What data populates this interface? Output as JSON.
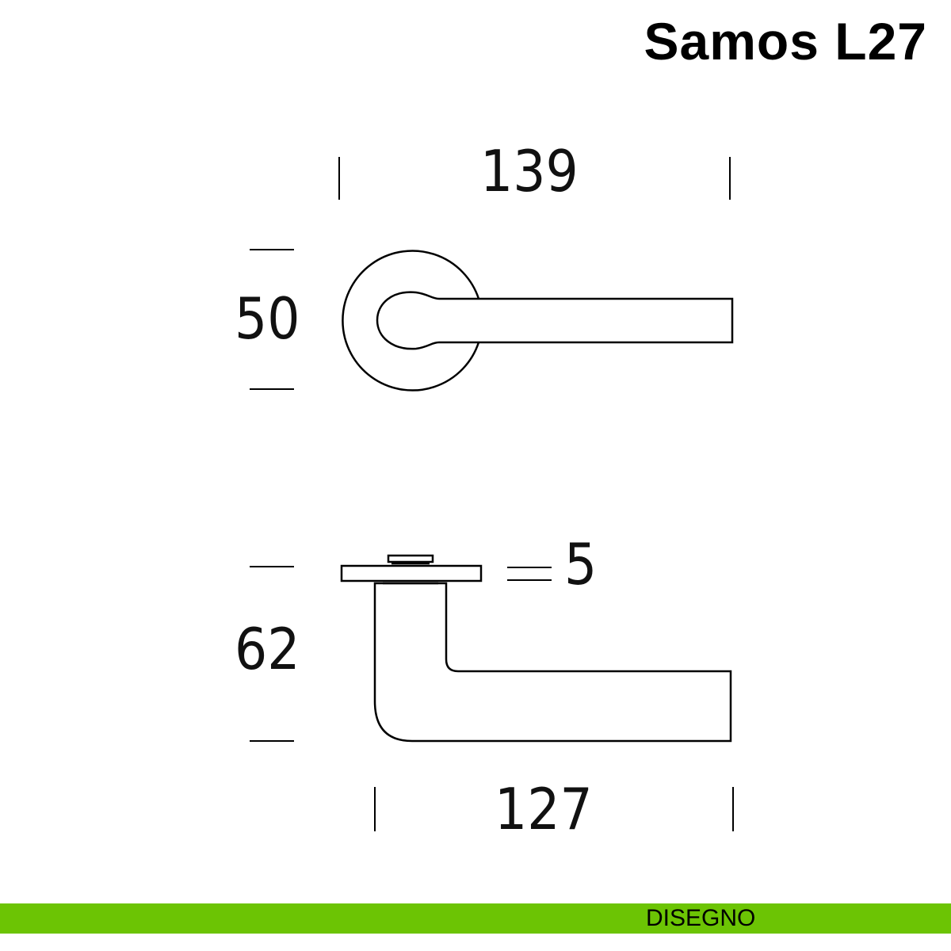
{
  "title": "Samos L27",
  "dimensions": {
    "front_width": "139",
    "rosette_diameter": "50",
    "rosette_thickness": "5",
    "side_height": "62",
    "projection": "127"
  },
  "footer": {
    "label": "DISEGNO",
    "color": "#6cc404"
  }
}
